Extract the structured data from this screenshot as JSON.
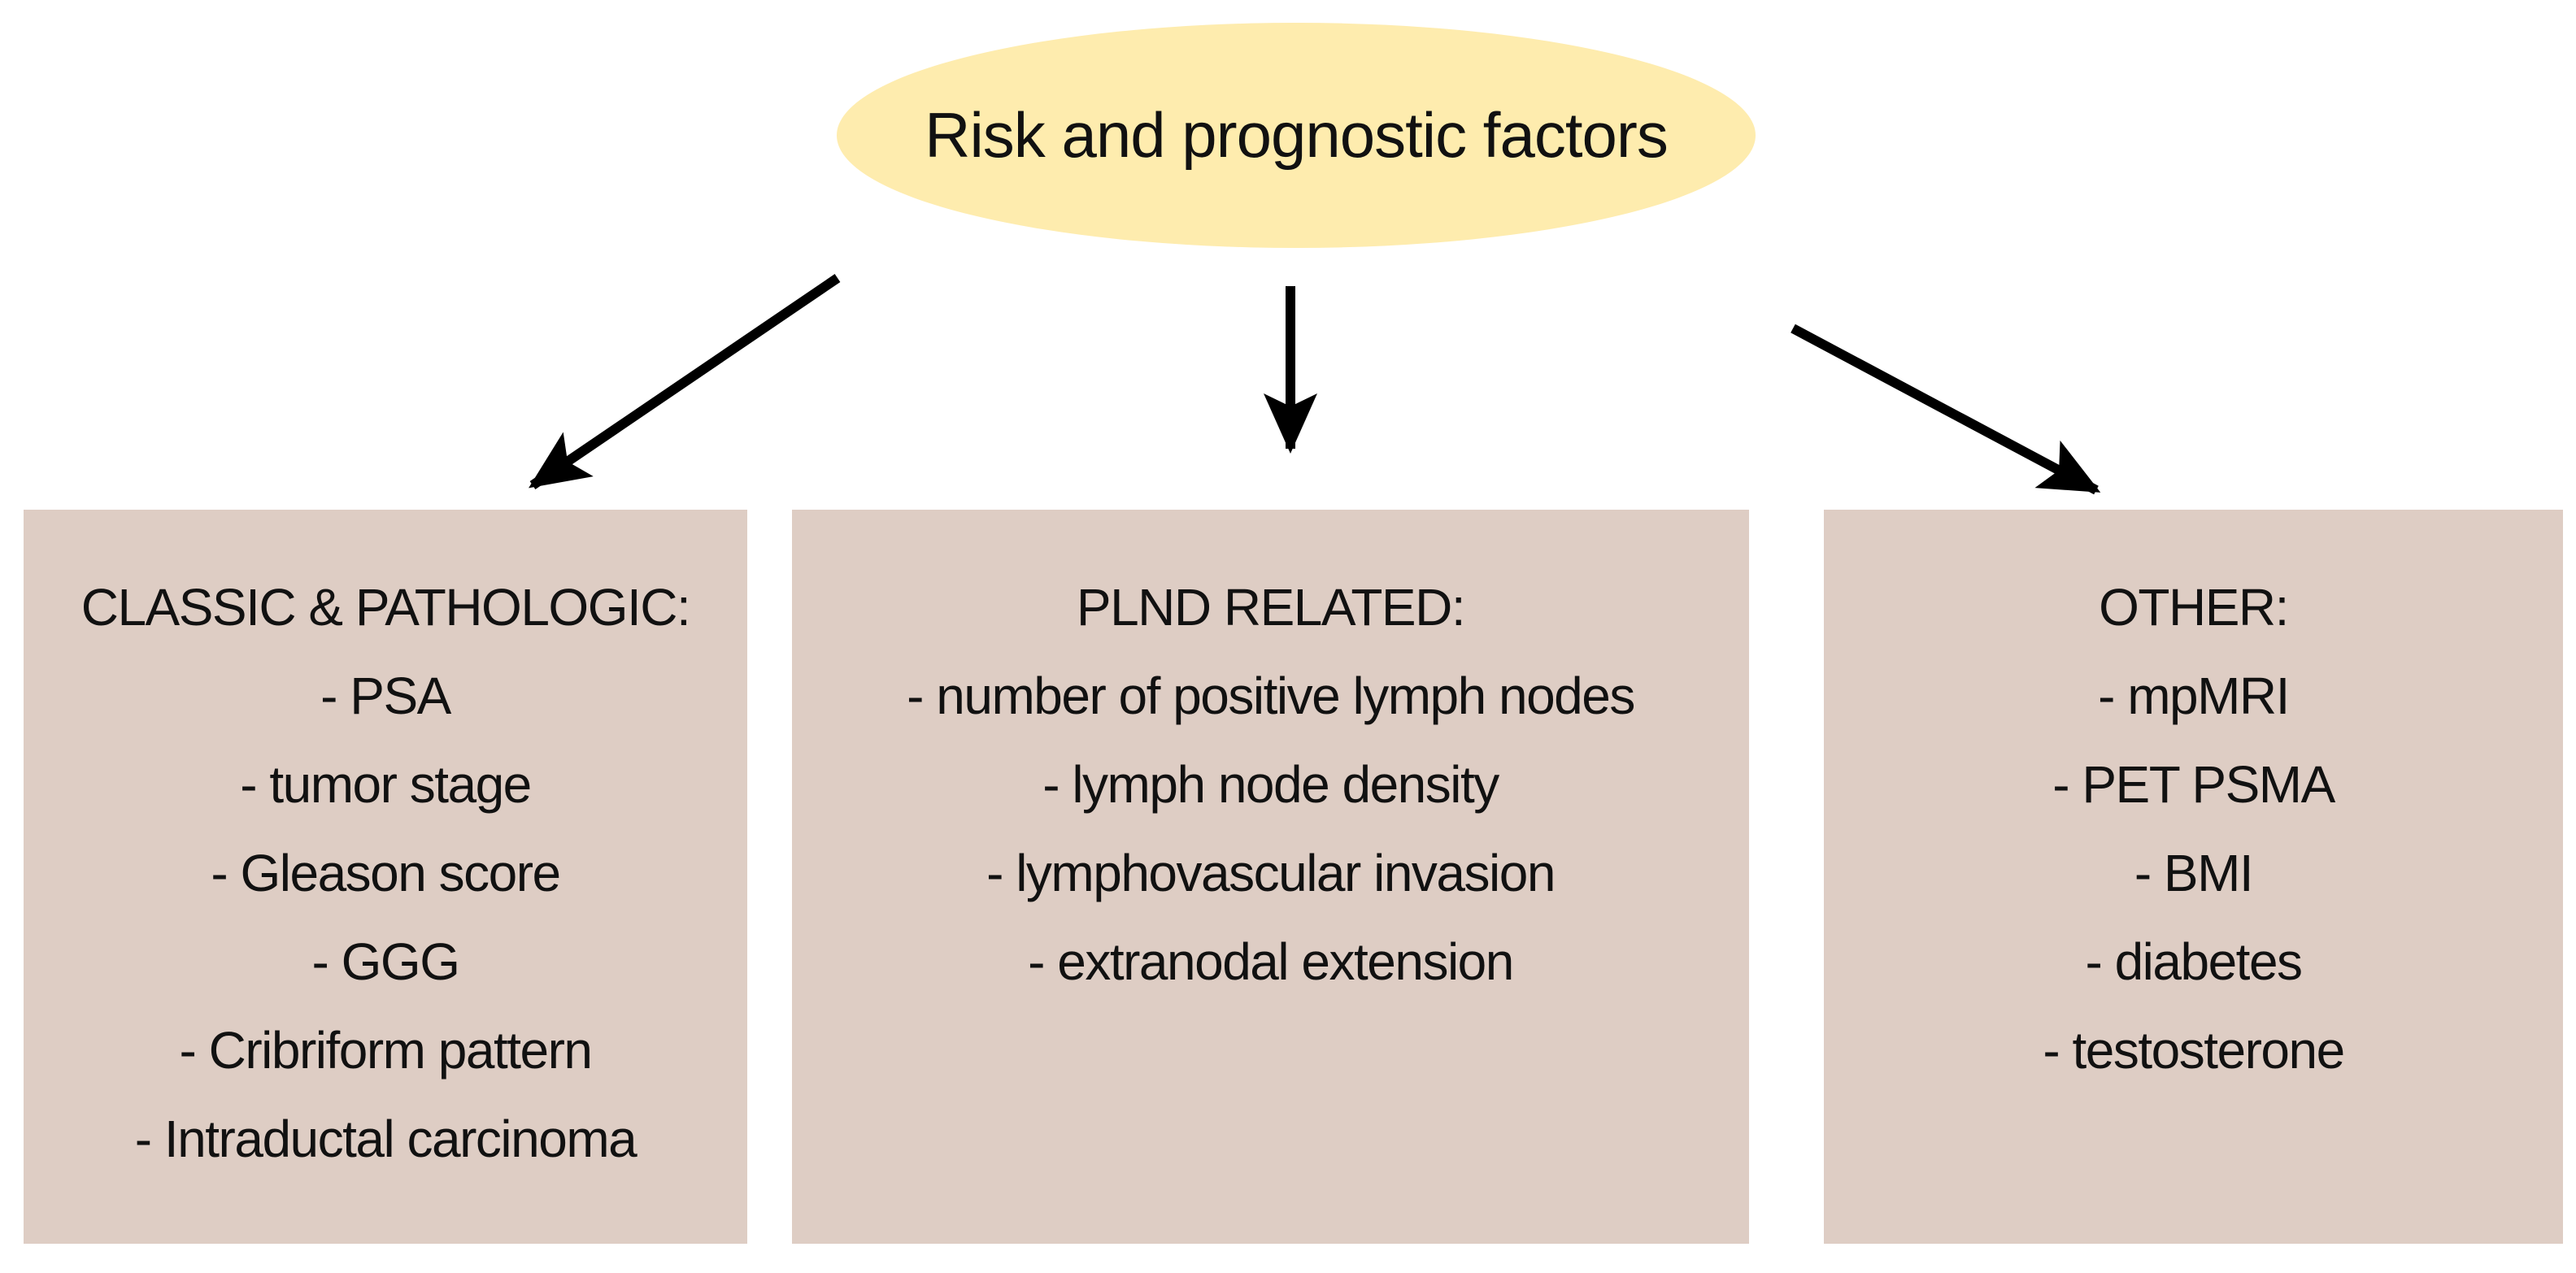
{
  "diagram": {
    "root": {
      "label": "Risk and prognostic factors"
    },
    "columns": [
      {
        "heading": "CLASSIC & PATHOLOGIC:",
        "items": [
          "- PSA",
          "- tumor stage",
          "- Gleason score",
          "- GGG",
          "- Cribriform pattern",
          "- Intraductal carcinoma"
        ]
      },
      {
        "heading": "PLND RELATED:",
        "items": [
          "- number of positive lymph nodes",
          "- lymph node density",
          "- lymphovascular invasion",
          "- extranodal extension"
        ]
      },
      {
        "heading": "OTHER:",
        "items": [
          "- mpMRI",
          "- PET PSMA",
          "- BMI",
          "- diabetes",
          "- testosterone"
        ]
      }
    ],
    "colors": {
      "background": "#FFFFFF",
      "ellipse_fill": "#FEECAE",
      "box_fill": "#DECDC4",
      "text": "#111111",
      "arrow": "#000000"
    }
  }
}
